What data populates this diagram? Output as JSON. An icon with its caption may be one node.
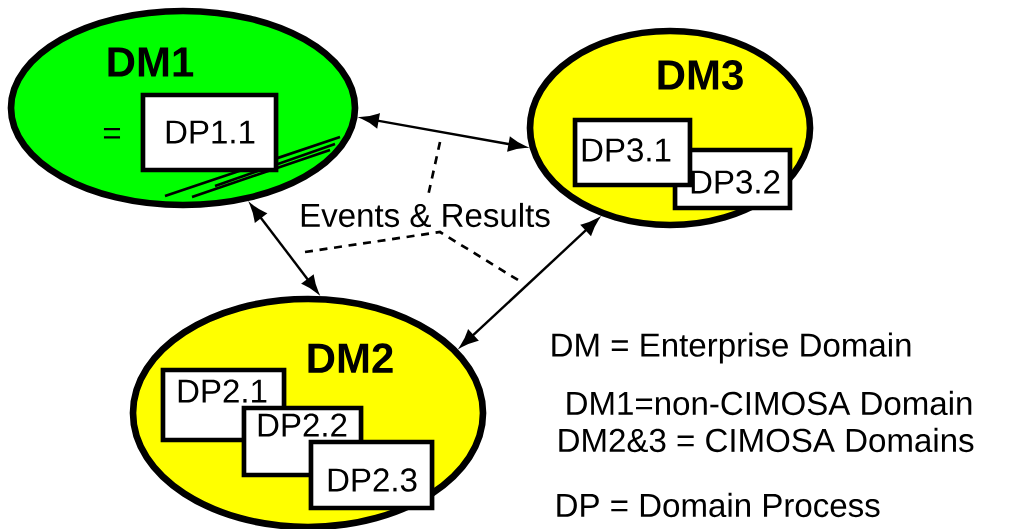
{
  "diagram": {
    "nodes": [
      {
        "text": [
          "DM1",
          "="
        ]
      },
      {
        "text": [
          "DP1.1"
        ],
        "in": 0
      },
      {
        "text": [
          "DM3"
        ]
      },
      {
        "text": [
          "DP3.1"
        ],
        "in": 2
      },
      {
        "text": [
          "DP3.2"
        ],
        "in": 2
      },
      {
        "text": [
          "DM2"
        ]
      },
      {
        "text": [
          "DP2.1"
        ],
        "in": 5
      },
      {
        "text": [
          "DP2.2"
        ],
        "in": 5
      },
      {
        "text": [
          "DP2.3"
        ],
        "in": 5
      }
    ],
    "edges": [
      {
        "from": 0,
        "to": 2,
        "arrow": "both"
      },
      {
        "from": 0,
        "to": 5,
        "arrow": "both"
      },
      {
        "from": 5,
        "to": 2,
        "arrow": "both"
      }
    ],
    "labels": [
      "Events & Results",
      "DM = Enterprise Domain",
      "DM1=non-CIMOSA Domain",
      "DM2&3 = CIMOSA Domains",
      "DP = Domain Process"
    ]
  }
}
